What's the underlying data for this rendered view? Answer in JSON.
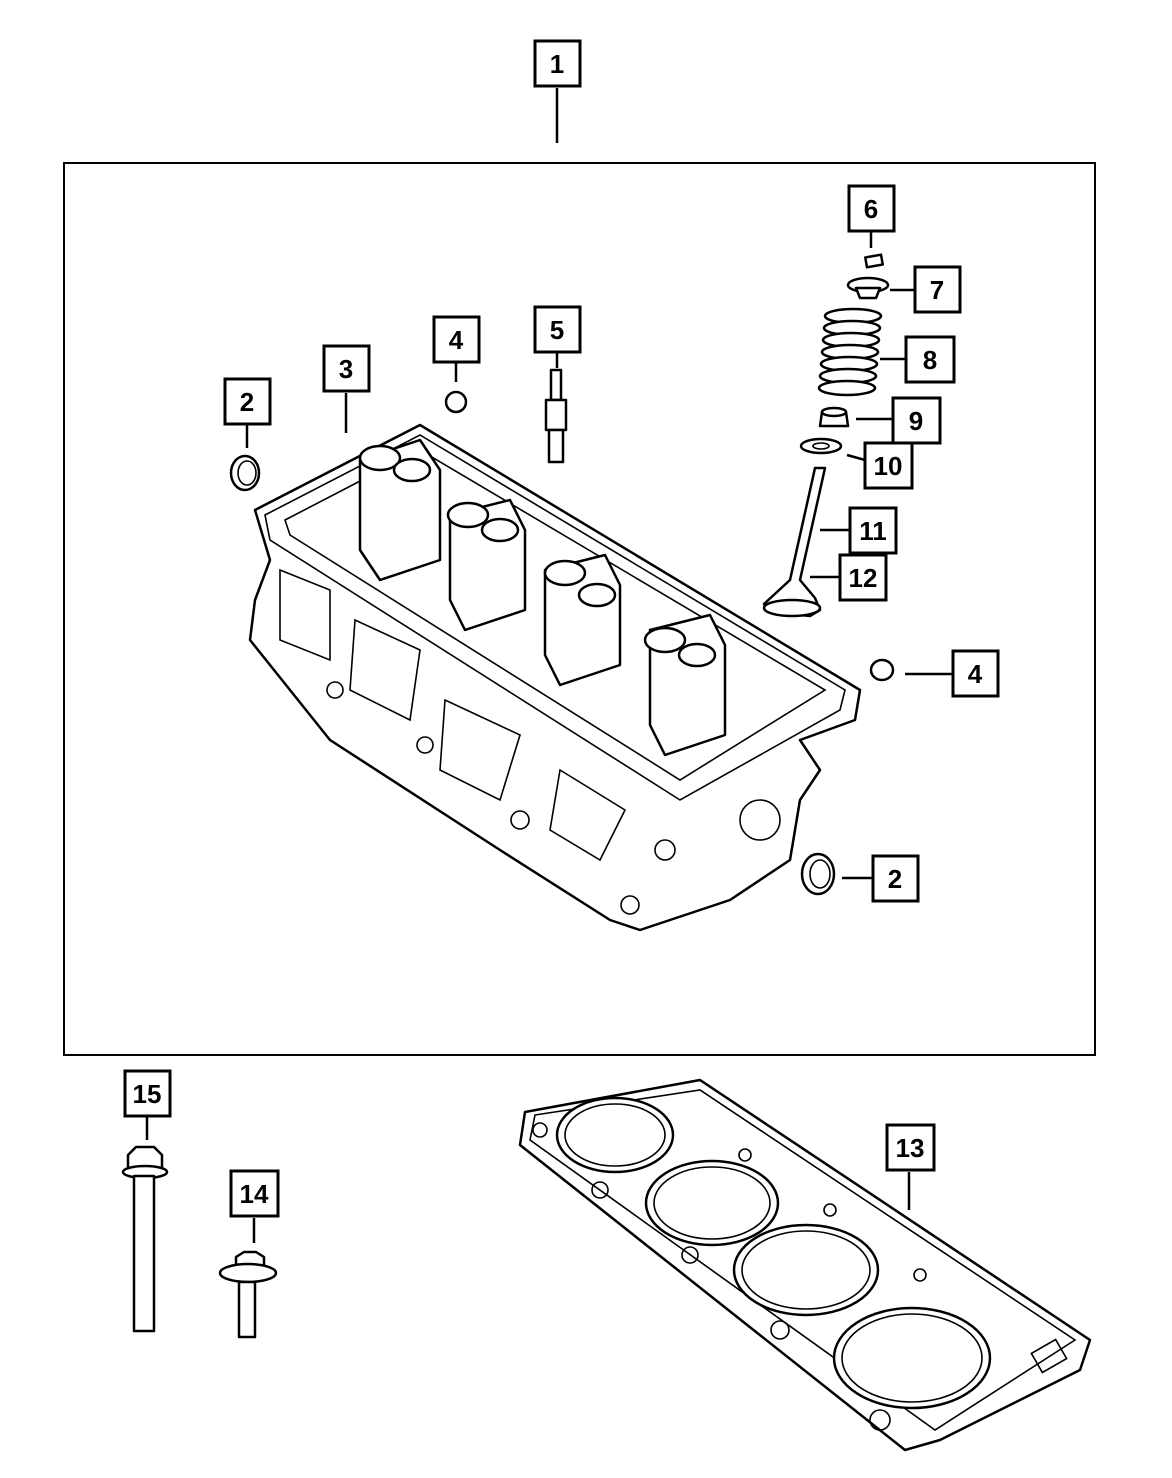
{
  "callouts": {
    "c1": "1",
    "c2a": "2",
    "c2b": "2",
    "c3": "3",
    "c4a": "4",
    "c4b": "4",
    "c5": "5",
    "c6": "6",
    "c7": "7",
    "c8": "8",
    "c9": "9",
    "c10": "10",
    "c11": "11",
    "c12": "12",
    "c13": "13",
    "c14": "14",
    "c15": "15"
  },
  "colors": {
    "line": "#000000",
    "background": "#ffffff"
  }
}
